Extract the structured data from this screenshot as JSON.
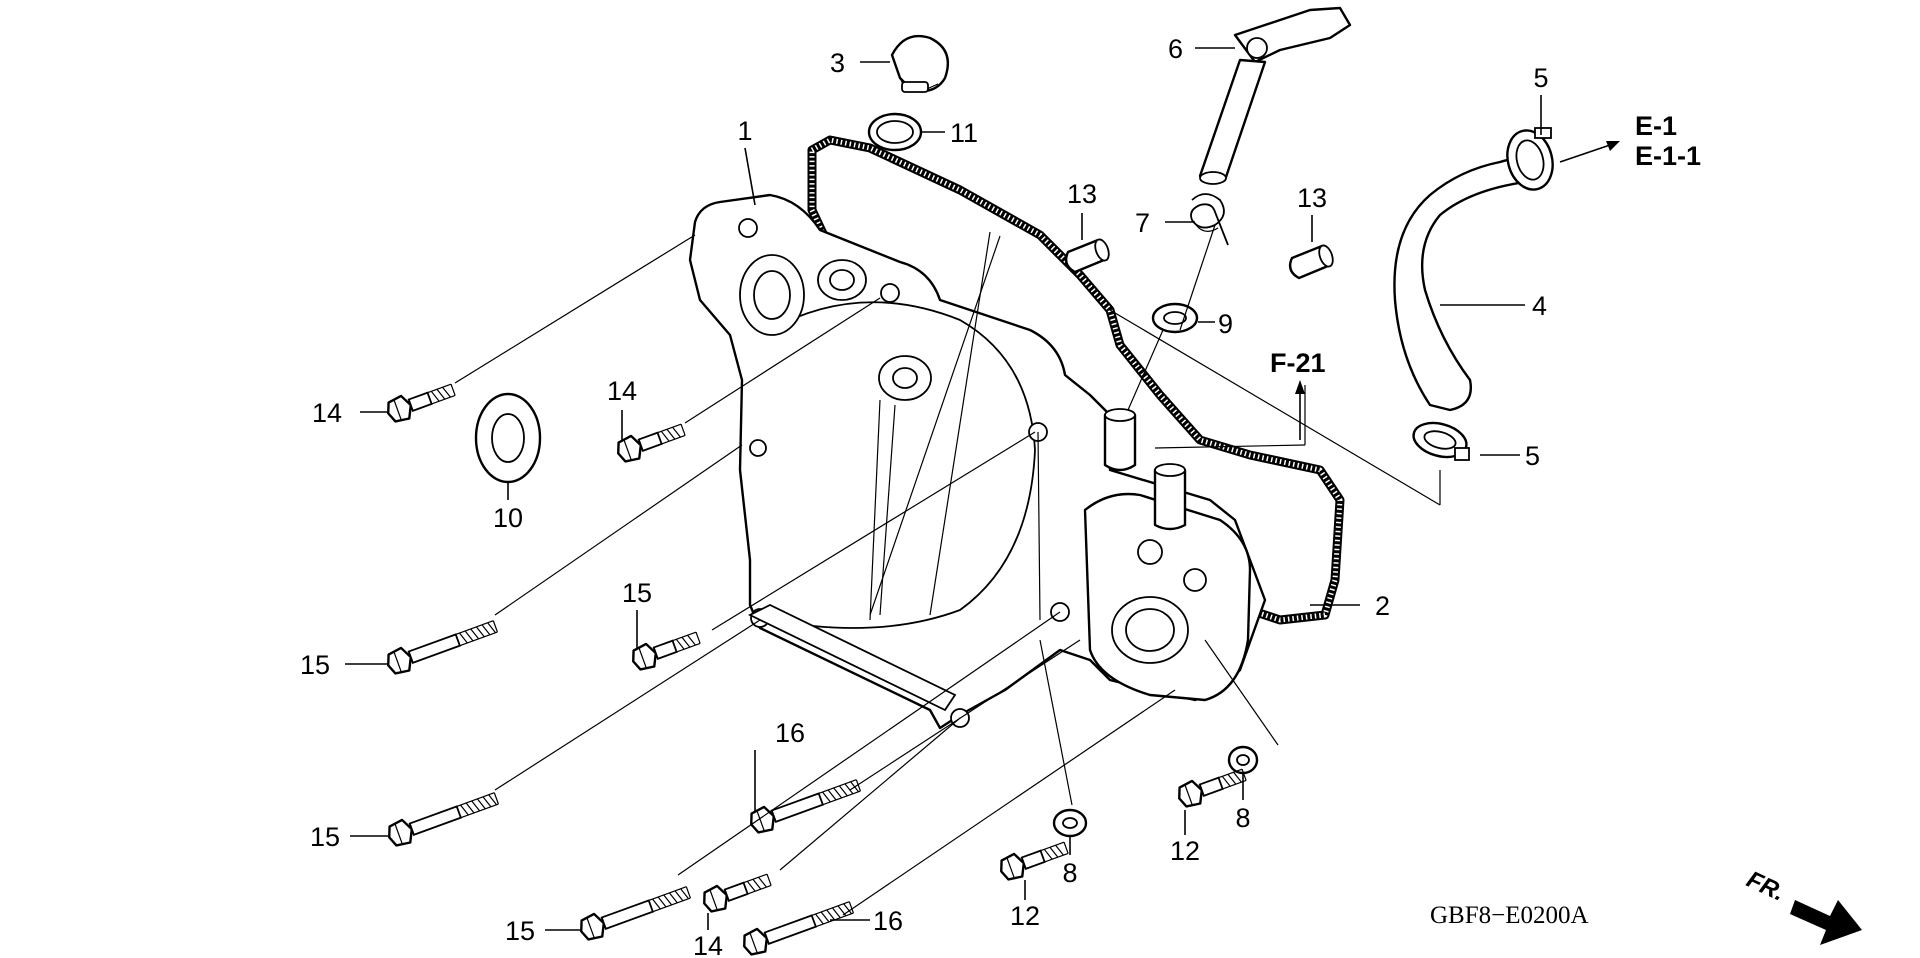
{
  "callouts": {
    "c1": "1",
    "c2": "2",
    "c3": "3",
    "c4": "4",
    "c5a": "5",
    "c5b": "5",
    "c6": "6",
    "c7": "7",
    "c8a": "8",
    "c8b": "8",
    "c9": "9",
    "c10": "10",
    "c11": "11",
    "c12a": "12",
    "c12b": "12",
    "c13a": "13",
    "c13b": "13",
    "c14a": "14",
    "c14b": "14",
    "c14c": "14",
    "c15a": "15",
    "c15b": "15",
    "c15c": "15",
    "c15d": "15",
    "c16a": "16",
    "c16b": "16"
  },
  "references": {
    "e1": "E-1",
    "e11": "E-1-1",
    "f21": "F-21"
  },
  "diagram_code": "GBF8−E0200A",
  "direction_label": "FR."
}
